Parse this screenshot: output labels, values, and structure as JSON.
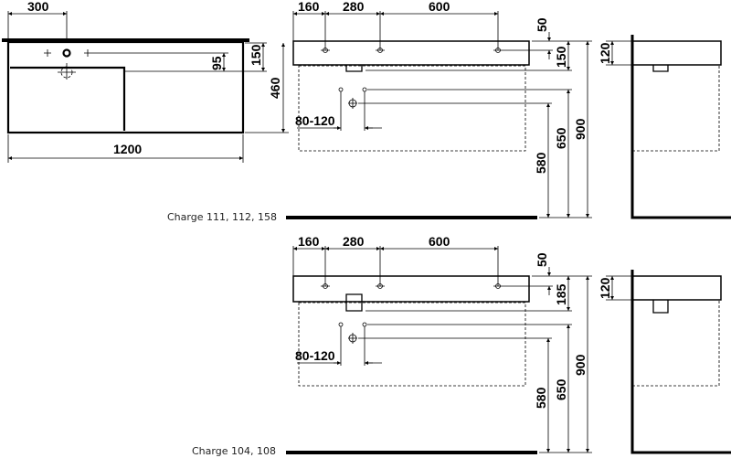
{
  "plan_view": {
    "dim_tap_offset": "300",
    "dim_depth_tap": "150",
    "dim_drain": "95",
    "dim_depth": "460",
    "dim_width": "1200"
  },
  "drawing_1": {
    "label": "Charge 111, 112, 158",
    "dim_a": "160",
    "dim_b": "280",
    "dim_c": "600",
    "dim_top": "50",
    "dim_basin_height": "150",
    "dim_spacing": "80-120",
    "dim_580": "580",
    "dim_650": "650",
    "dim_900": "900",
    "dim_side": "120"
  },
  "drawing_2": {
    "label": "Charge 104, 108",
    "dim_a": "160",
    "dim_b": "280",
    "dim_c": "600",
    "dim_top": "50",
    "dim_basin_height": "185",
    "dim_spacing": "80-120",
    "dim_580": "580",
    "dim_650": "650",
    "dim_900": "900",
    "dim_side": "120"
  }
}
